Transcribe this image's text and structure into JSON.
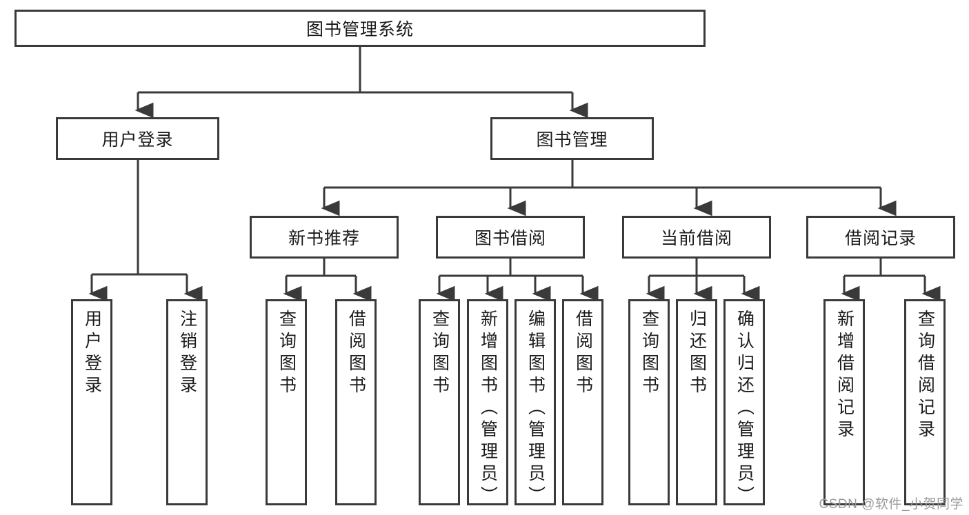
{
  "diagram": {
    "type": "tree-hierarchy",
    "title": "图书管理系统",
    "root": {
      "label": "图书管理系统"
    },
    "level2": [
      {
        "label": "用户登录"
      },
      {
        "label": "图书管理"
      }
    ],
    "level3": [
      {
        "label": "新书推荐"
      },
      {
        "label": "图书借阅"
      },
      {
        "label": "当前借阅"
      },
      {
        "label": "借阅记录"
      }
    ],
    "leaves": {
      "user_login": [
        "用户登录",
        "注销登录"
      ],
      "new_book_recommend": [
        "查询图书",
        "借阅图书"
      ],
      "book_borrow": [
        "查询图书",
        "新增图书（管理员）",
        "编辑图书（管理员）",
        "借阅图书"
      ],
      "current_borrow": [
        "查询图书",
        "归还图书",
        "确认归还（管理员）"
      ],
      "borrow_record": [
        "新增借阅记录",
        "查询借阅记录"
      ]
    }
  },
  "watermark": {
    "text": "CSDN @软件_小贺同学"
  },
  "colors": {
    "border": "#3a3a3a",
    "background": "#ffffff",
    "text": "#1a1a1a",
    "watermark": "#9a9a9a"
  }
}
